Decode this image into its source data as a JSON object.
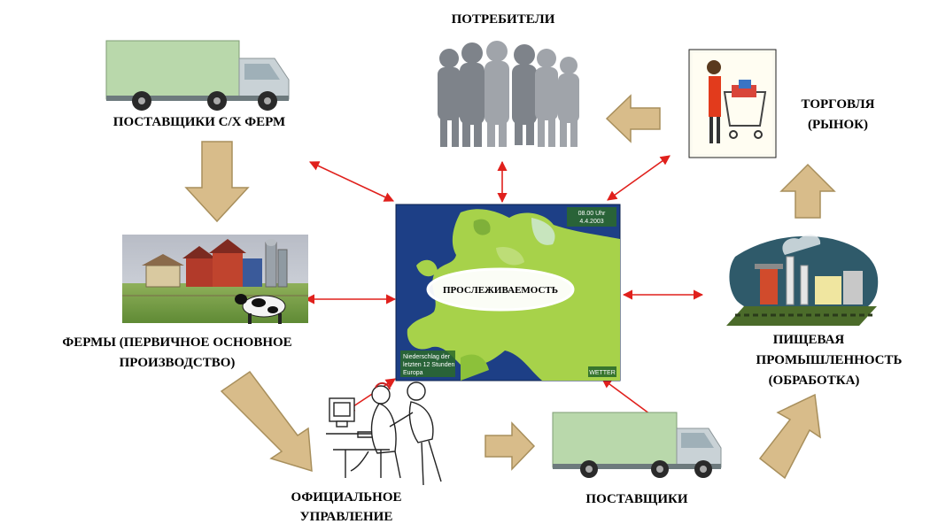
{
  "labels": {
    "consumers": "ПОТРЕБИТЕЛИ",
    "farm_suppliers": "ПОСТАВЩИКИ С/Х ФЕРМ",
    "trade_line1": "ТОРГОВЛЯ",
    "trade_line2": "(РЫНОК)",
    "farms_line1": "ФЕРМЫ (ПЕРВИЧНОЕ ОСНОВНОЕ",
    "farms_line2": "ПРОИЗВОДСТВО)",
    "food_line1": "ПИЩЕВАЯ",
    "food_line2": "ПРОМЫШЛЕННОСТЬ",
    "food_line3": "(ОБРАБОТКА)",
    "official_line1": "ОФИЦИАЛЬНОЕ",
    "official_line2": "УПРАВЛЕНИЕ",
    "suppliers": "ПОСТАВЩИКИ",
    "center": "ПРОСЛЕЖИВАЕМОСТЬ"
  },
  "map": {
    "time_line1": "08.00 Uhr",
    "time_line2": "4.4.2003",
    "caption_line1": "Niederschlag der",
    "caption_line2": "letzten 12 Stunden",
    "caption_line3": "Europa",
    "logo": "WETTER"
  },
  "colors": {
    "flow_arrow": "#d8bc8a",
    "flow_arrow_stroke": "#a88f5c",
    "link_arrow": "#e0201c",
    "sea": "#1d3f86",
    "land": "#a7d24a",
    "truck": "#b9d8ab"
  }
}
